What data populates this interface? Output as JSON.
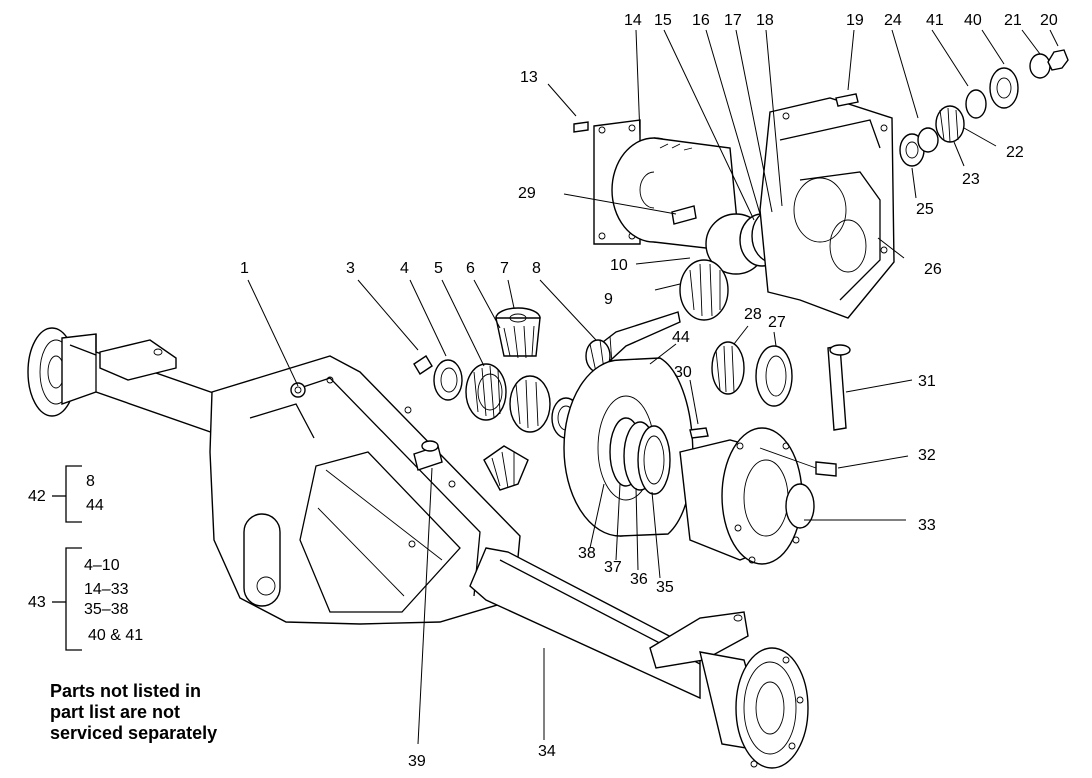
{
  "callouts": [
    "1",
    "3",
    "4",
    "5",
    "6",
    "7",
    "8",
    "9",
    "10",
    "13",
    "14",
    "15",
    "16",
    "17",
    "18",
    "19",
    "20",
    "21",
    "22",
    "23",
    "24",
    "25",
    "26",
    "27",
    "28",
    "29",
    "30",
    "31",
    "32",
    "33",
    "34",
    "35",
    "36",
    "37",
    "38",
    "39",
    "40",
    "41",
    "44"
  ],
  "groups": [
    {
      "id": "42",
      "items": [
        "8",
        "44"
      ]
    },
    {
      "id": "43",
      "items": [
        "4–10",
        "14–33",
        "35–38",
        "40 & 41"
      ]
    }
  ],
  "note": [
    "Parts not listed in",
    "part list are not",
    "serviced separately"
  ]
}
